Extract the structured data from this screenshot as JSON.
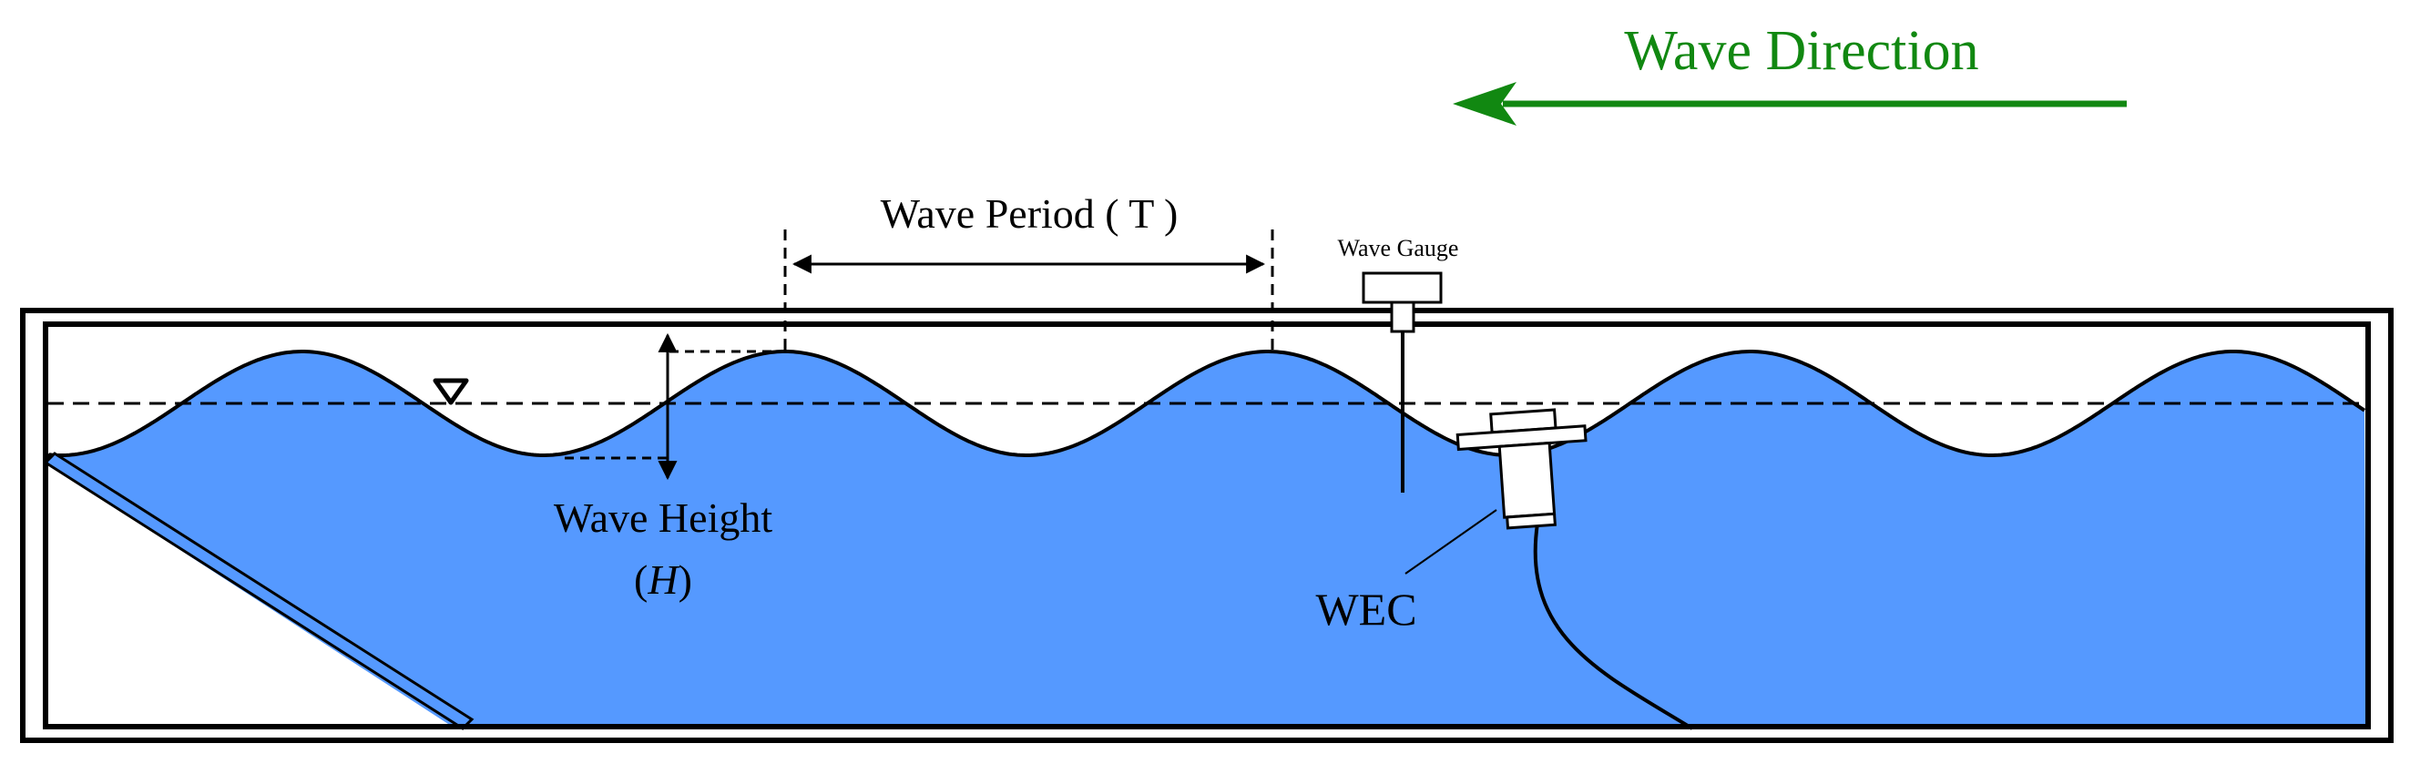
{
  "direction": {
    "label": "Wave Direction",
    "color": "#118811"
  },
  "labels": {
    "wave_period": "Wave Period ( T )",
    "wave_gauge": "Wave Gauge",
    "wave_height_line1": "Wave Height",
    "wave_height_line2_open": "(",
    "wave_height_symbol": "H",
    "wave_height_line2_close": ")",
    "wec": "WEC"
  },
  "colors": {
    "water": "#5599ff",
    "outline": "#000000",
    "tank_fill": "#ffffff"
  },
  "icons": {
    "water_level": "inverted-triangle-icon"
  }
}
